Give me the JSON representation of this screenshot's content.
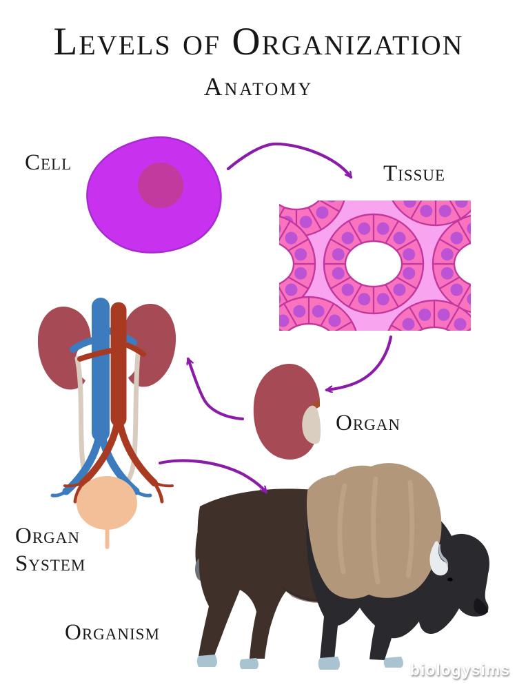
{
  "header": {
    "title": "Levels of Organization",
    "subtitle": "Anatomy"
  },
  "levels": {
    "cell": "Cell",
    "tissue": "Tissue",
    "organ": "Organ",
    "organ_system_line1": "Organ",
    "organ_system_line2": "System",
    "organism": "Organism"
  },
  "watermark": {
    "text": "biologysims"
  },
  "icons": {
    "cell-illustration": "magenta cell with nucleus",
    "tissue-illustration": "pink epithelial tissue cross-section",
    "organ-illustration": "kidney",
    "organ-system-illustration": "urinary system (kidneys, vessels, bladder)",
    "organism-illustration": "bison",
    "flow-arrow": "curved purple arrow"
  },
  "colors": {
    "text": "#1a1a1a",
    "arrow_purple": "#8A1CA8",
    "cell_body": "#C832EE",
    "cell_outline": "#A82BD0",
    "cell_nucleus": "#C23A9E",
    "tissue_interstitial": "#F8A4EE",
    "tissue_cell": "#F973BE",
    "tissue_border": "#C2379E",
    "tissue_nucleus": "#BC52D4",
    "kidney": "#A64B55",
    "kidney_hilum": "#D9CEC0",
    "vein_blue": "#3B7BBE",
    "artery_red": "#A93A22",
    "ureter_beige": "#D8CCC0",
    "bladder": "#F3BF99",
    "bison_rear": "#3F3129",
    "bison_front": "#29292E",
    "bison_hump": "#B2977B",
    "bison_horn": "#E8ECEF",
    "bison_hoof": "#A9C3D1",
    "watermark_white": "#FFFFFF"
  }
}
